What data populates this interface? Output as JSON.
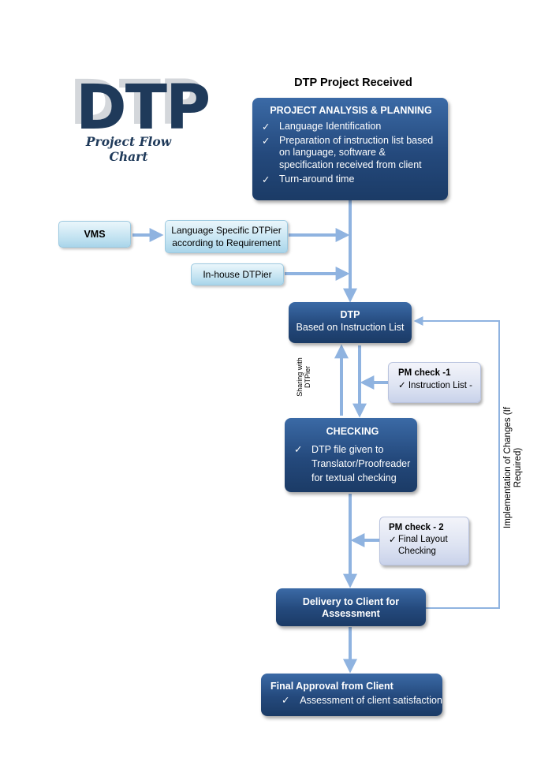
{
  "logo": {
    "text": "DTP",
    "subtitle": "Project Flow Chart"
  },
  "header": {
    "title": "DTP Project Received"
  },
  "analysis": {
    "title": "PROJECT ANALYSIS & PLANNING",
    "items": [
      "Language Identification",
      "Preparation of instruction list based on language, software & specification received from client",
      "Turn-around time"
    ]
  },
  "vms": {
    "label": "VMS"
  },
  "lang_dtpier": {
    "label": "Language Specific DTPier according to Requirement"
  },
  "inhouse": {
    "label": "In-house DTPier"
  },
  "dtp": {
    "title": "DTP",
    "subtitle": "Based on Instruction List"
  },
  "sharing": {
    "label": "Sharing with DTPier"
  },
  "pm_check_1": {
    "title": "PM check -1",
    "items": [
      "Instruction List -"
    ]
  },
  "checking": {
    "title": "CHECKING",
    "items": [
      "DTP file given to Translator/Proofreader for textual checking"
    ]
  },
  "pm_check_2": {
    "title": "PM check - 2",
    "items": [
      "Final Layout Checking"
    ]
  },
  "delivery": {
    "label": "Delivery to Client for Assessment"
  },
  "final": {
    "title": "Final Approval from Client",
    "items": [
      "Assessment of client satisfaction"
    ]
  },
  "side_label": "Implementation of Changes (If Required)",
  "colors": {
    "dark_box": "#24497c",
    "arrow": "#8fb3e0",
    "logo": "#1f3a5a"
  }
}
